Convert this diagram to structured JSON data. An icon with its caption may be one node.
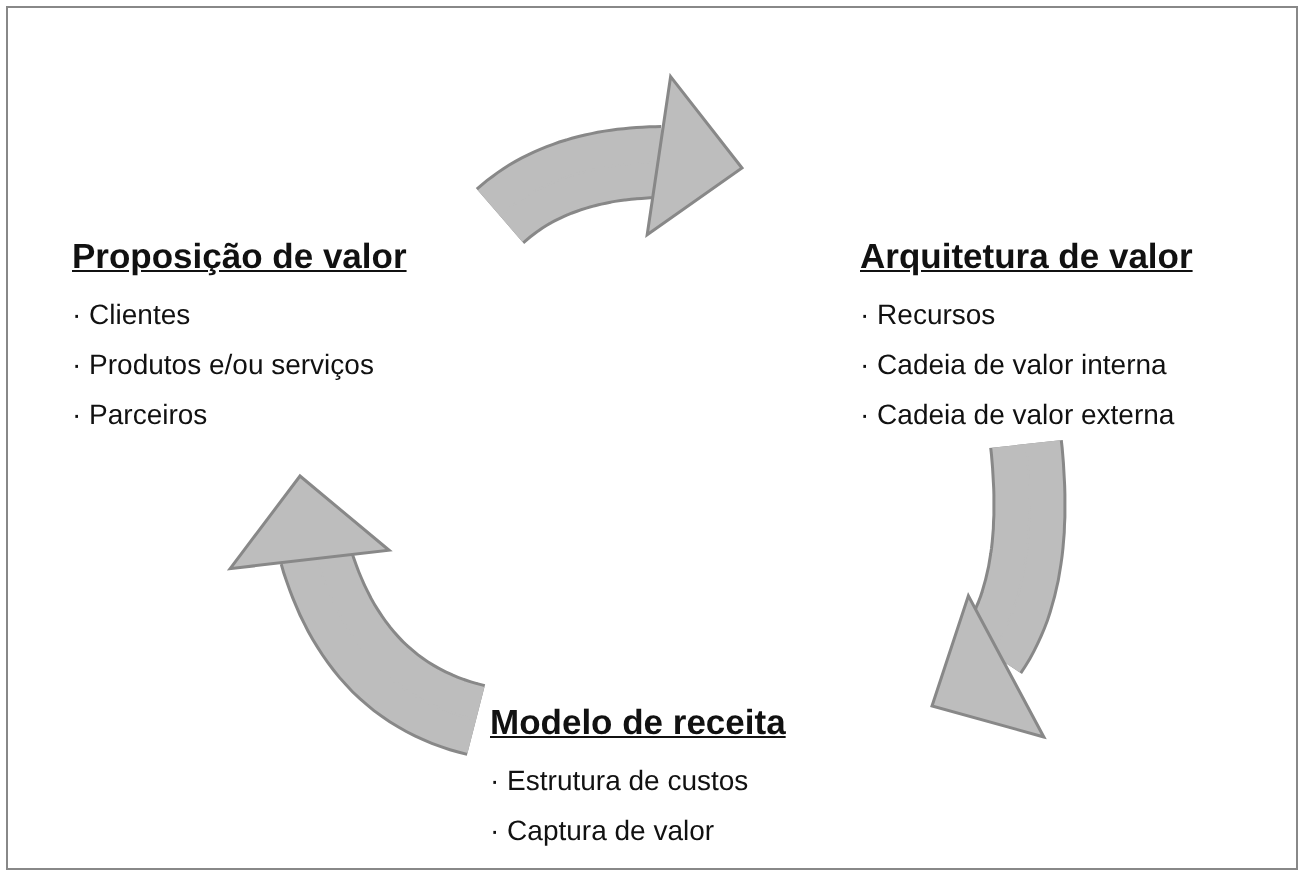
{
  "diagram": {
    "nodes": [
      {
        "text": [
          "Proposição de valor",
          "· Clientes",
          "· Produtos e/ou serviços",
          "· Parceiros"
        ]
      },
      {
        "text": [
          "Arquitetura de valor",
          "· Recursos",
          "· Cadeia de valor interna",
          "· Cadeia de valor externa"
        ]
      },
      {
        "text": [
          "Modelo de receita",
          "· Estrutura de custos",
          "· Captura de valor"
        ]
      }
    ],
    "edges": [
      {
        "from": 0,
        "to": 1,
        "arrow": "to"
      },
      {
        "from": 1,
        "to": 2,
        "arrow": "to"
      },
      {
        "from": 2,
        "to": 0,
        "arrow": "to"
      }
    ]
  }
}
